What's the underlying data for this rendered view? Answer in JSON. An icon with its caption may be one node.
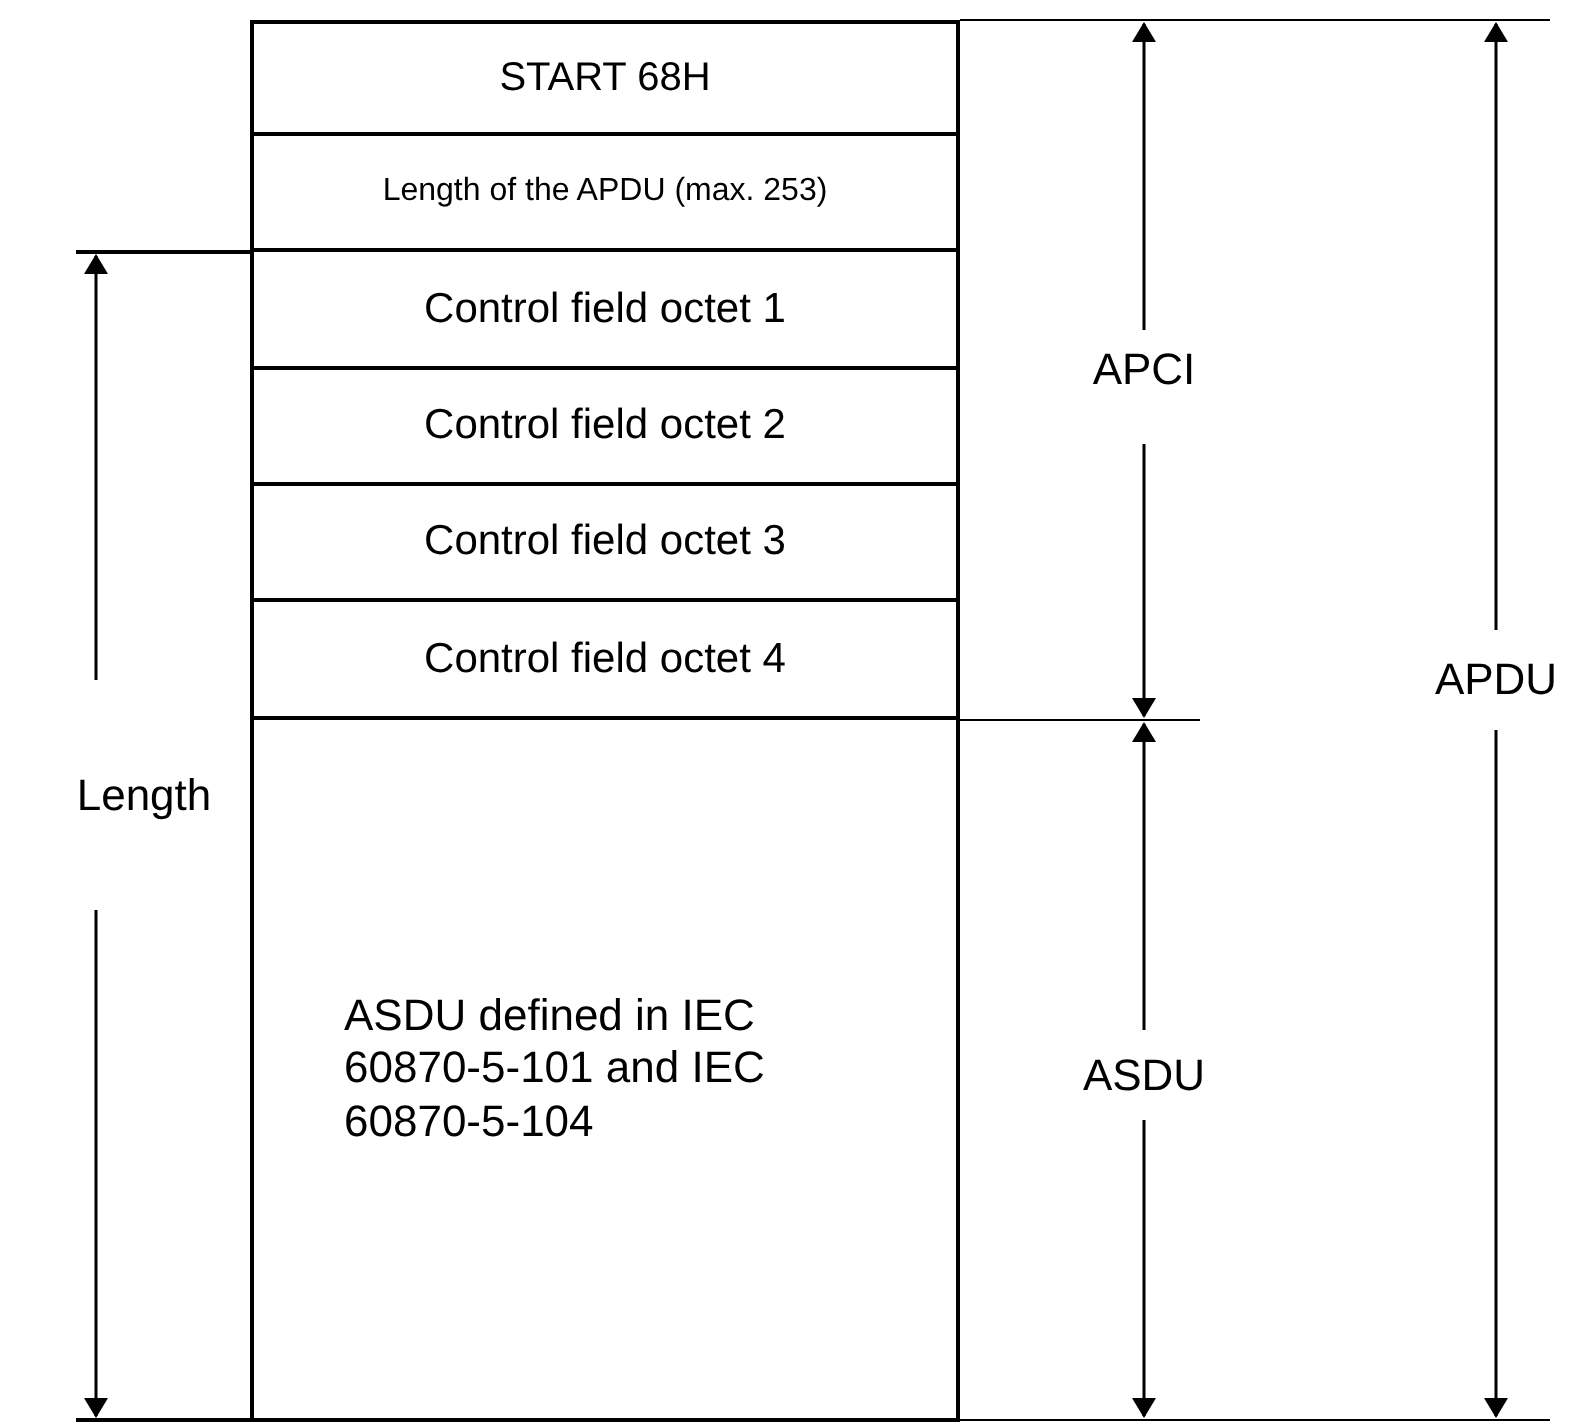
{
  "diagram": {
    "nodes": [
      {
        "text": [
          "START 68H"
        ]
      },
      {
        "text": [
          "Length of the APDU (max. 253)"
        ]
      },
      {
        "text": [
          "Control field octet 1"
        ]
      },
      {
        "text": [
          "Control field octet 2"
        ]
      },
      {
        "text": [
          "Control field octet 3"
        ]
      },
      {
        "text": [
          "Control field octet 4"
        ]
      },
      {
        "text": [
          "ASDU defined in IEC 60870-5-101 and IEC 60870-5-104"
        ]
      }
    ],
    "edges": [],
    "labels": [
      "Length",
      "APCI",
      "APDU",
      "ASDU"
    ]
  }
}
